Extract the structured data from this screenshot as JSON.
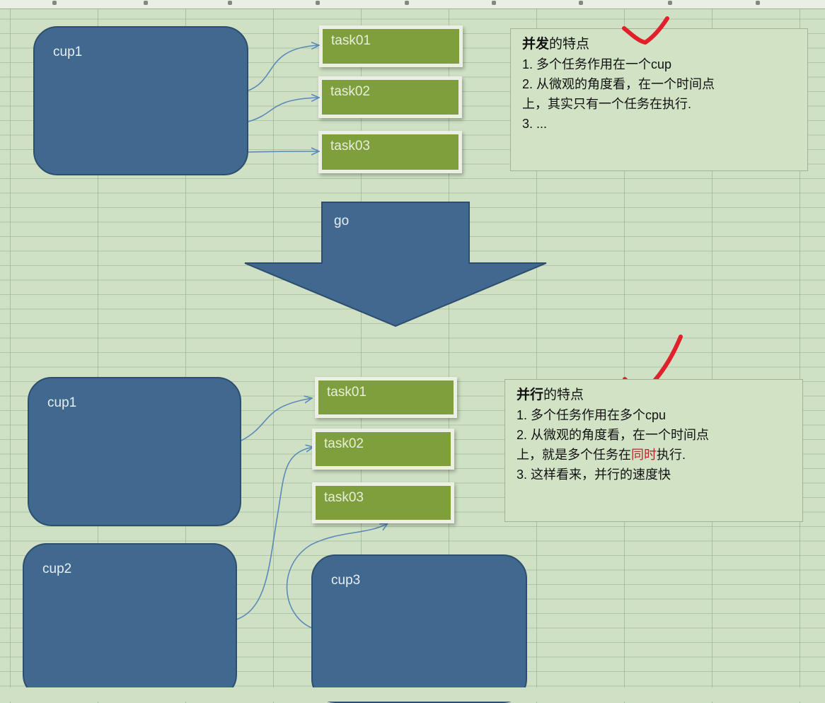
{
  "top": {
    "cpu": "cup1",
    "tasks": [
      "task01",
      "task02",
      "task03"
    ],
    "note": {
      "title_bold": "并发",
      "title_rest": "的特点",
      "lines": [
        "1. 多个任务作用在一个cup",
        "2. 从微观的角度看，在一个时间点",
        "上，其实只有一个任务在执行.",
        "3. ..."
      ]
    }
  },
  "middle": {
    "arrow_label": "go"
  },
  "bottom": {
    "cpus": [
      "cup1",
      "cup2",
      "cup3"
    ],
    "tasks": [
      "task01",
      "task02",
      "task03"
    ],
    "note": {
      "title_bold": "并行",
      "title_rest": "的特点",
      "line1": "1. 多个任务作用在多个cpu",
      "line2": "2. 从微观的角度看，在一个时间点",
      "line3_pre": "上，就是多个任务在",
      "line3_red": "同时",
      "line3_post": "执行.",
      "line4": "3.  这样看来，并行的速度快"
    }
  },
  "colors": {
    "background": "#cfe0c4",
    "cpu": "#41688f",
    "task": "#7f9f3c",
    "connector": "#5a8ab8",
    "checkmark": "#e0202a",
    "highlight_text": "#c0242a"
  }
}
